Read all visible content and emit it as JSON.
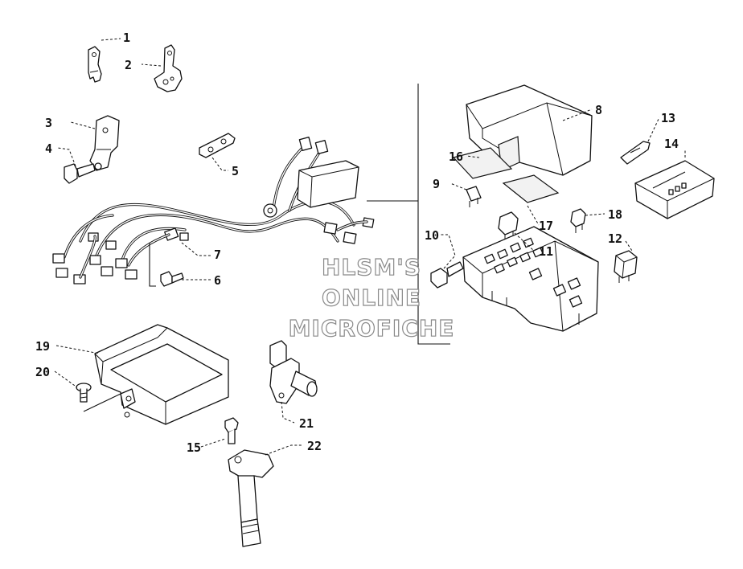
{
  "watermark": {
    "line1": "HLSM'S",
    "line2": "ONLINE",
    "line3": "MICROFICHE"
  },
  "callouts": [
    "1",
    "2",
    "3",
    "4",
    "5",
    "6",
    "7",
    "8",
    "9",
    "10",
    "11",
    "12",
    "13",
    "14",
    "15",
    "16",
    "17",
    "18",
    "19",
    "20",
    "21",
    "22"
  ]
}
